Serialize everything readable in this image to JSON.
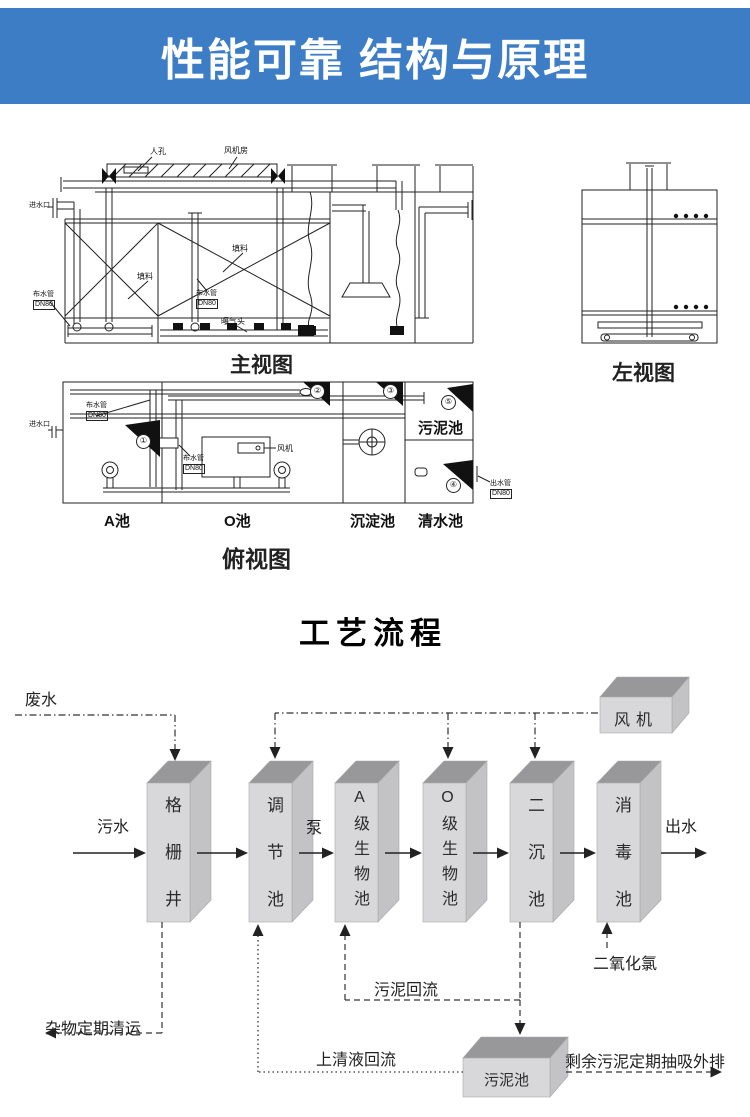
{
  "header": {
    "title": "性能可靠 结构与原理",
    "bg_color": "#3c7dc6",
    "text_color": "#ffffff"
  },
  "drawing": {
    "inlet": "进水口",
    "pipe_name": "布水管",
    "pipe_size": "DN80",
    "outlet_name": "出水管",
    "main_view": {
      "caption": "主视图",
      "manhole": "人孔",
      "fan_room": "风机房",
      "packing": "填料",
      "aeration_head": "曝气头"
    },
    "left_view": {
      "caption": "左视图"
    },
    "top_view": {
      "caption": "俯视图",
      "fan": "风机",
      "sludge_pool": "污泥池",
      "pools": [
        "A池",
        "O池",
        "沉淀池",
        "清水池"
      ],
      "markers": [
        "①",
        "②",
        "③",
        "④",
        "⑤"
      ]
    }
  },
  "flow": {
    "title": "工艺流程",
    "nodes": [
      "格栅井",
      "调节池",
      "A级生物池",
      "O级生物池",
      "二沉池",
      "消毒池"
    ],
    "fan": "风机",
    "sludge_tank": "污泥池",
    "wastewater": "废水",
    "sewage": "污水",
    "pump": "泵",
    "effluent": "出水",
    "debris_removal": "杂物定期清运",
    "sludge_return": "污泥回流",
    "supernatant_return": "上清液回流",
    "chlorine": "二氧化氯",
    "excess_sludge": "剩余污泥定期抽吸外排",
    "edges": [
      "污水→格栅井",
      "格栅井→调节池",
      "调节池→(泵)→A级生物池",
      "A级生物池→O级生物池",
      "O级生物池→二沉池",
      "二沉池→消毒池",
      "消毒池→出水",
      "废水→格栅井",
      "风机→调节池/O级生物池/二沉池(曝气)",
      "格栅井→杂物定期清运",
      "二沉池→污泥回流→A级生物池",
      "二沉池→污泥池",
      "污泥池→上清液回流→调节池",
      "二氧化氯→消毒池",
      "污泥池→剩余污泥定期抽吸外排"
    ]
  }
}
